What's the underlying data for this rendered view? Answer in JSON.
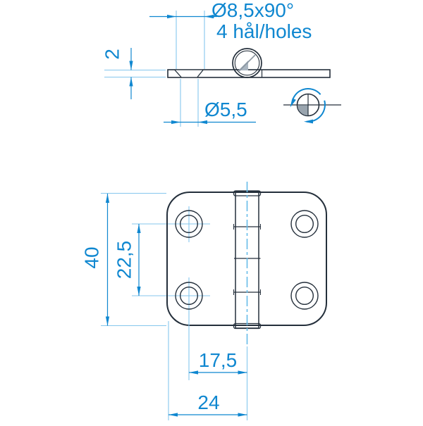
{
  "title": "hinge-dimension-drawing",
  "top_view": {
    "countersink_label": "Ø8,5x90°",
    "holes_note": "4 hål/holes",
    "bore_label": "Ø5,5",
    "thickness_label": "2"
  },
  "front_view": {
    "height_label": "40",
    "hole_spacing_label": "22,5",
    "hole_offset_label": "17,5",
    "half_width_label": "24"
  },
  "colors": {
    "dimension_blue": "#0f87d0",
    "projection_light_blue": "#85c7ed",
    "centerline_blue": "#66bce9",
    "outline_dark": "#242f3b",
    "metal_fill": "#e4ebf2",
    "metal_shade": "#c6d1db",
    "section_gray": "#99a4ae",
    "hole_white": "#ffffff"
  }
}
